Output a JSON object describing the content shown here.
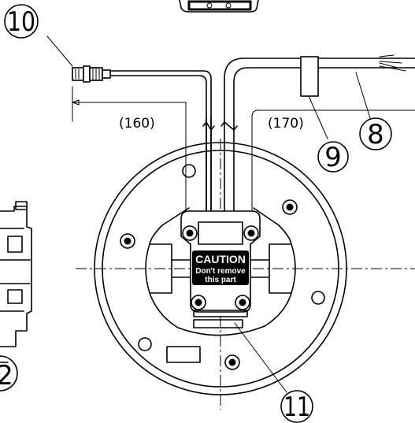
{
  "callouts": {
    "c10": "10",
    "c9": "9",
    "c8": "8",
    "c11": "11",
    "c12": "2"
  },
  "dimensions": {
    "left": "(160)",
    "right": "(170)"
  },
  "label": {
    "title": "CAUTION",
    "line1": "Don't remove",
    "line2": "this part"
  },
  "icons": [
    "connector-plug-icon",
    "screw-icon",
    "hole-icon"
  ]
}
